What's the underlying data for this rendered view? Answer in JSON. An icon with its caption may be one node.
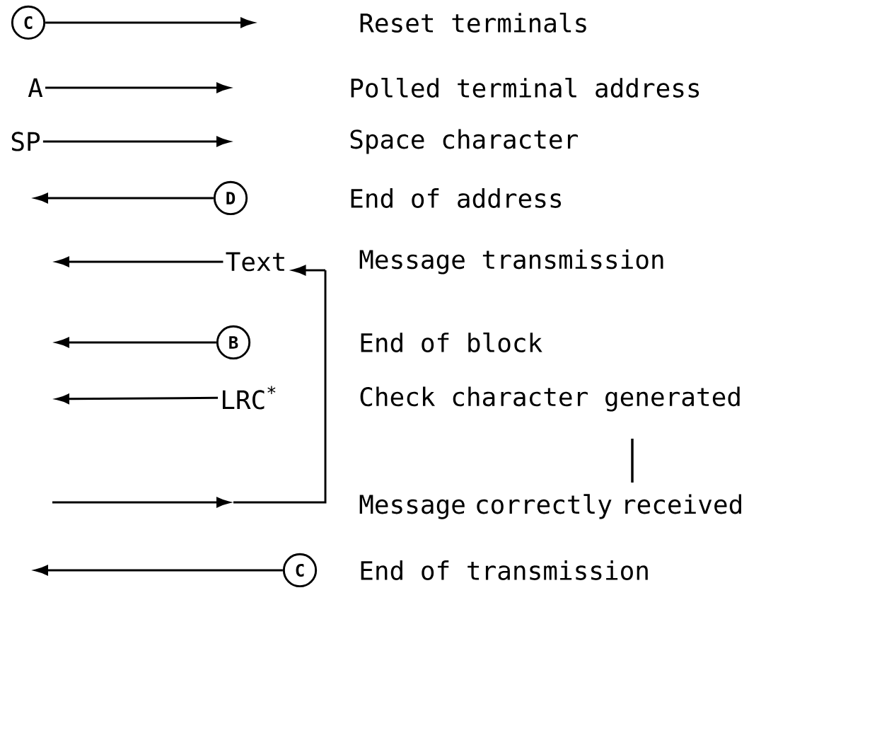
{
  "diagram": {
    "nodes": [
      {
        "text": [
          "C"
        ]
      },
      {
        "text": [
          "A"
        ]
      },
      {
        "text": [
          "SP"
        ]
      },
      {
        "text": [
          "D"
        ]
      },
      {
        "text": [
          "Text"
        ]
      },
      {
        "text": [
          "B"
        ]
      },
      {
        "text": [
          "LRC$^{*}$"
        ]
      },
      {
        "text": [
          "C"
        ]
      }
    ],
    "edges": [
      {
        "from": 0,
        "to": null,
        "arrow": "to"
      },
      {
        "from": 1,
        "to": null,
        "arrow": "to"
      },
      {
        "from": 2,
        "to": null,
        "arrow": "to"
      },
      {
        "from": 3,
        "to": null,
        "arrow": "to"
      },
      {
        "from": 4,
        "to": null,
        "arrow": "to"
      },
      {
        "from": 5,
        "to": null,
        "arrow": "to"
      },
      {
        "from": 6,
        "to": null,
        "arrow": "to"
      },
      {
        "from": null,
        "to": 4,
        "arrow": "to"
      },
      {
        "from": 7,
        "to": null,
        "arrow": "to"
      }
    ],
    "labels": [
      "Reset terminals",
      "Polled terminal address",
      "Space character",
      "End of address",
      "Message transmission",
      "End of block",
      "Check character generated",
      "Message correctly received",
      "End of transmission"
    ]
  }
}
